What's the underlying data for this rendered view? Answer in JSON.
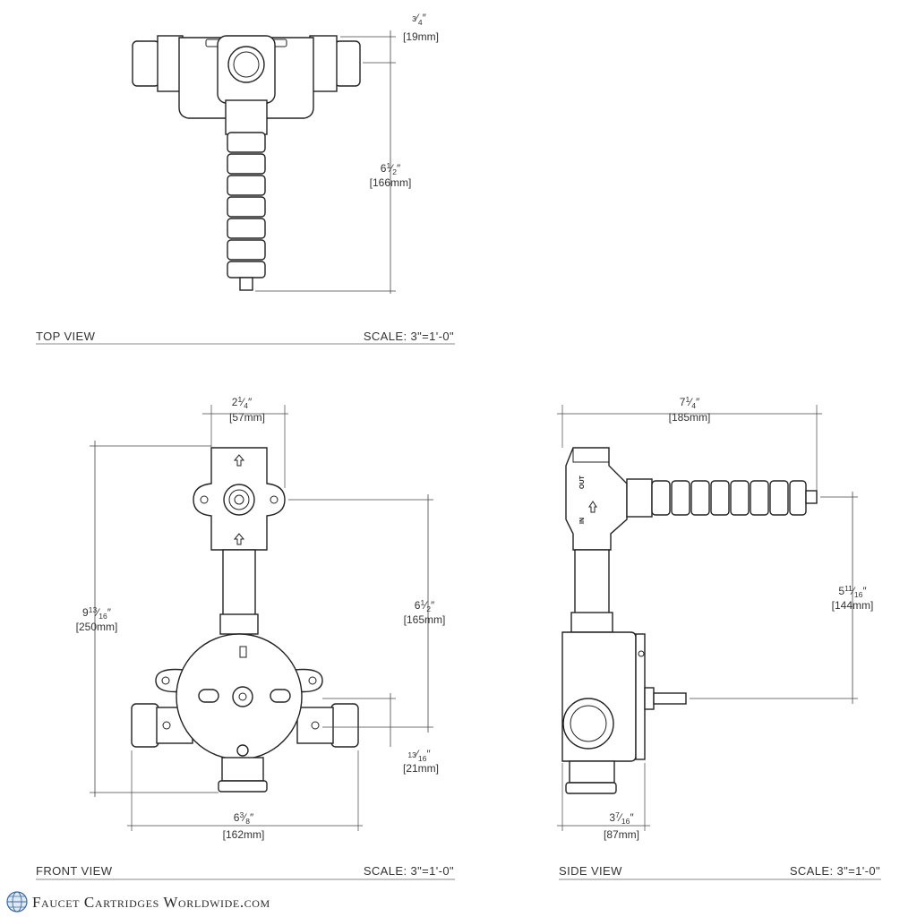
{
  "views": {
    "top": {
      "caption": "TOP VIEW",
      "scale": "SCALE: 3\"=1'-0\""
    },
    "front": {
      "caption": "FRONT VIEW",
      "scale": "SCALE: 3\"=1'-0\""
    },
    "side": {
      "caption": "SIDE VIEW",
      "scale": "SCALE: 3\"=1'-0\""
    }
  },
  "dimensions": {
    "top_three_quarter": {
      "whole": "",
      "num": "3",
      "den": "4",
      "inch": "″",
      "mm": "[19mm]"
    },
    "top_six_half": {
      "whole": "6",
      "num": "1",
      "den": "2",
      "inch": "″",
      "mm": "[166mm]"
    },
    "front_two_quarter": {
      "whole": "2",
      "num": "1",
      "den": "4",
      "inch": "″",
      "mm": "[57mm]"
    },
    "front_nine": {
      "whole": "9",
      "num": "13",
      "den": "16",
      "inch": "″",
      "mm": "[250mm]"
    },
    "front_six_half": {
      "whole": "6",
      "num": "1",
      "den": "2",
      "inch": "″",
      "mm": "[165mm]"
    },
    "front_thirteen_sixteenth": {
      "whole": "",
      "num": "13",
      "den": "16",
      "inch": "″",
      "mm": "[21mm]"
    },
    "front_six_three_eighth": {
      "whole": "6",
      "num": "3",
      "den": "8",
      "inch": "″",
      "mm": "[162mm]"
    },
    "side_seven_quarter": {
      "whole": "7",
      "num": "1",
      "den": "4",
      "inch": "″",
      "mm": "[185mm]"
    },
    "side_five": {
      "whole": "5",
      "num": "11",
      "den": "16",
      "inch": "″",
      "mm": "[144mm]"
    },
    "side_three": {
      "whole": "3",
      "num": "7",
      "den": "16",
      "inch": "″",
      "mm": "[87mm]"
    }
  },
  "side_labels": {
    "out": "OUT",
    "in": "IN"
  },
  "brand": {
    "text": "Faucet Cartridges Worldwide.com",
    "icon": "globe-icon"
  }
}
